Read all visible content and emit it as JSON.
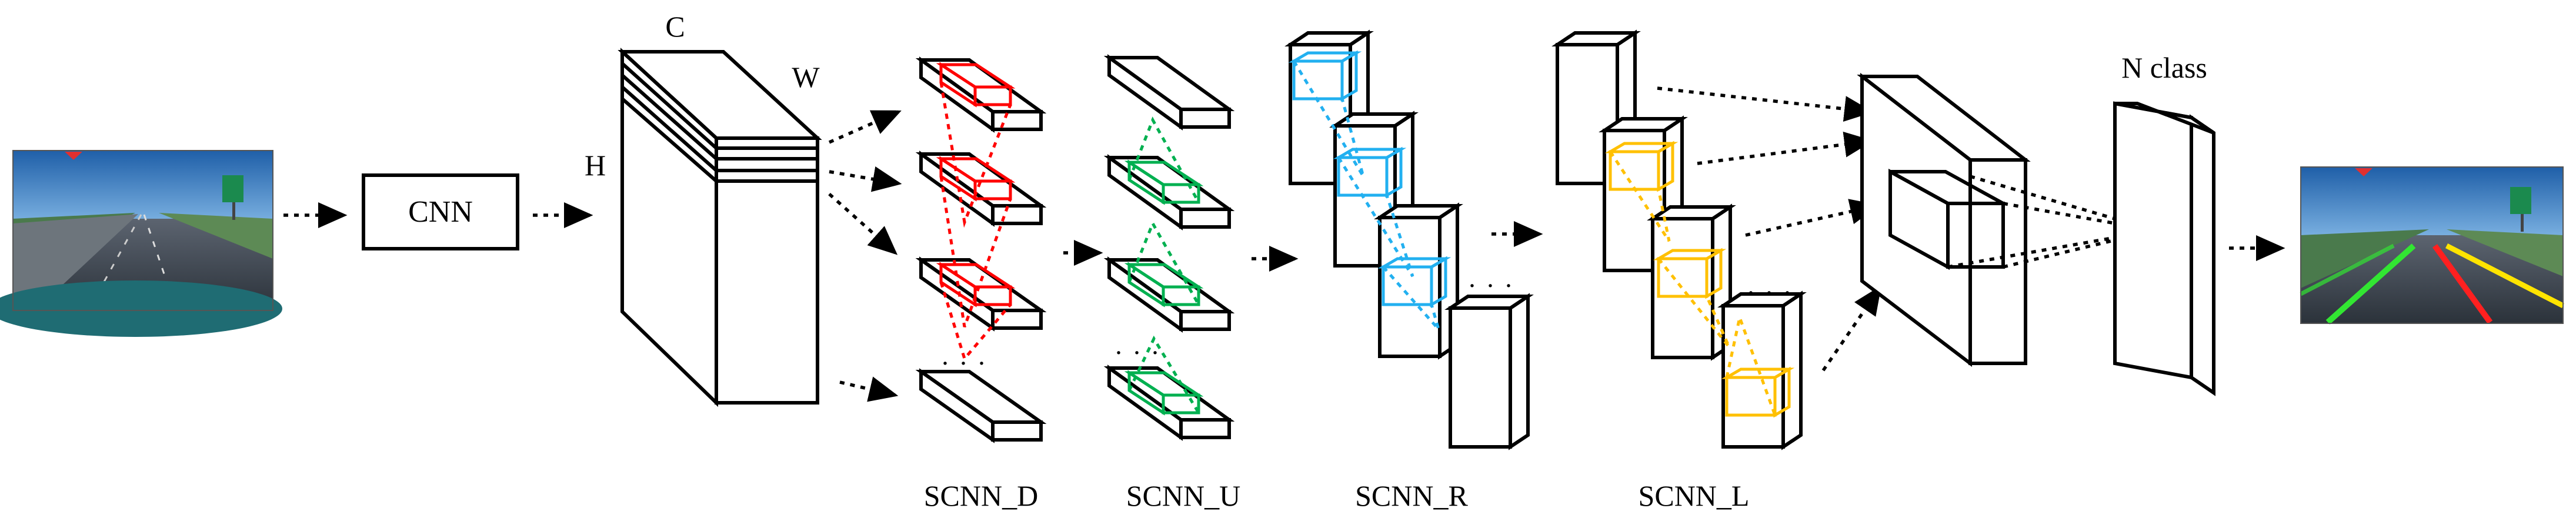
{
  "labels": {
    "cnn": "CNN",
    "h": "H",
    "c": "C",
    "w": "W",
    "n_class": "N class",
    "scnn_d": "SCNN_D",
    "scnn_u": "SCNN_U",
    "scnn_r": "SCNN_R",
    "scnn_l": "SCNN_L",
    "ellipsis": ". . ."
  },
  "colors": {
    "scnn_d": "#ff0000",
    "scnn_u": "#00b050",
    "scnn_r": "#22b0f0",
    "scnn_l": "#ffc000",
    "lane_green": "#32e632",
    "lane_red": "#ff2020",
    "lane_yellow": "#ffe400"
  }
}
